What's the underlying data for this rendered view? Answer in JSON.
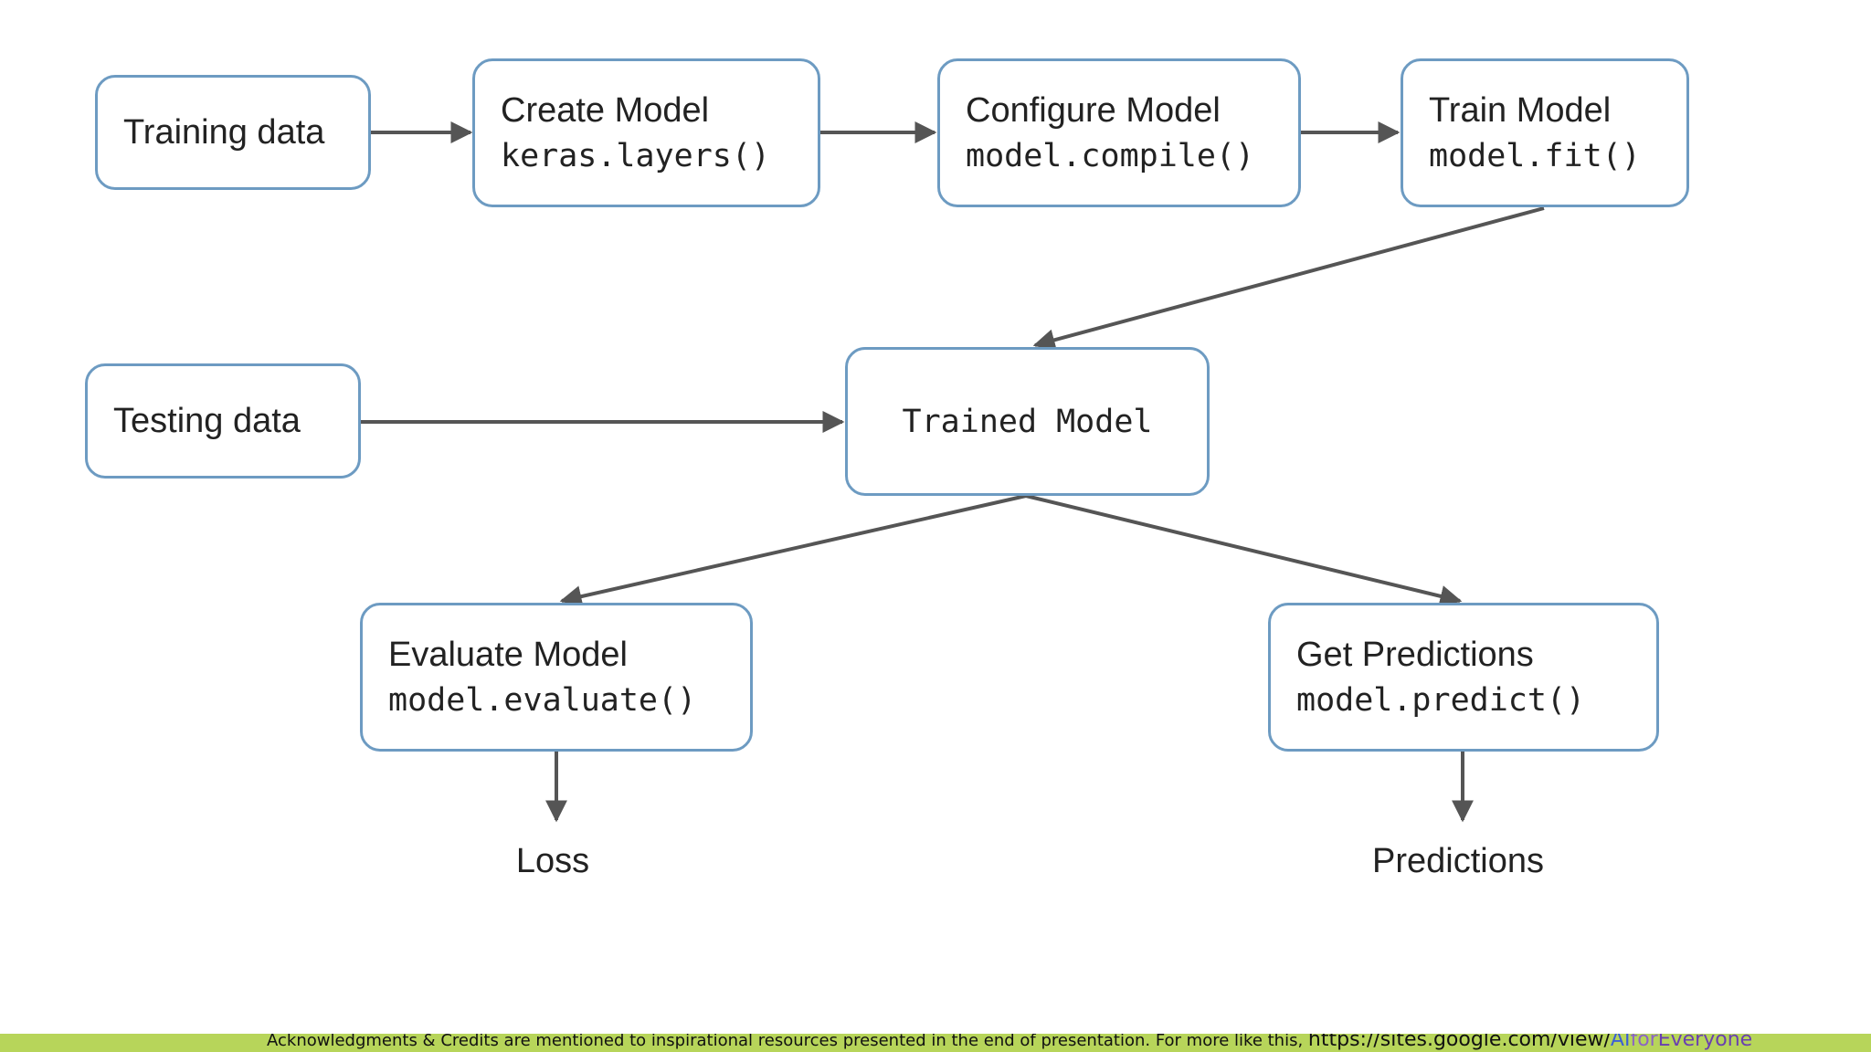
{
  "nodes": {
    "training_data": {
      "title": "Training data"
    },
    "create_model": {
      "title": "Create Model",
      "code": "keras.layers()"
    },
    "configure_model": {
      "title": "Configure Model",
      "code": "model.compile()"
    },
    "train_model": {
      "title": "Train Model",
      "code": "model.fit()"
    },
    "testing_data": {
      "title": "Testing data"
    },
    "trained_model": {
      "title": "Trained Model"
    },
    "evaluate_model": {
      "title": "Evaluate Model",
      "code": "model.evaluate()"
    },
    "get_predictions": {
      "title": "Get Predictions",
      "code": "model.predict()"
    }
  },
  "outputs": {
    "loss": "Loss",
    "predictions": "Predictions"
  },
  "footer": {
    "text": "Acknowledgments & Credits are mentioned to inspirational resources presented in the end of presentation.  For more like this, ",
    "url_prefix": "https://sites.google.com/view/",
    "url_ai": "AI",
    "url_for": "for",
    "url_everyone": "Everyone"
  },
  "colors": {
    "node_border": "#6d9bc2",
    "arrow": "#555555",
    "footer_bg": "#b7d55a"
  }
}
